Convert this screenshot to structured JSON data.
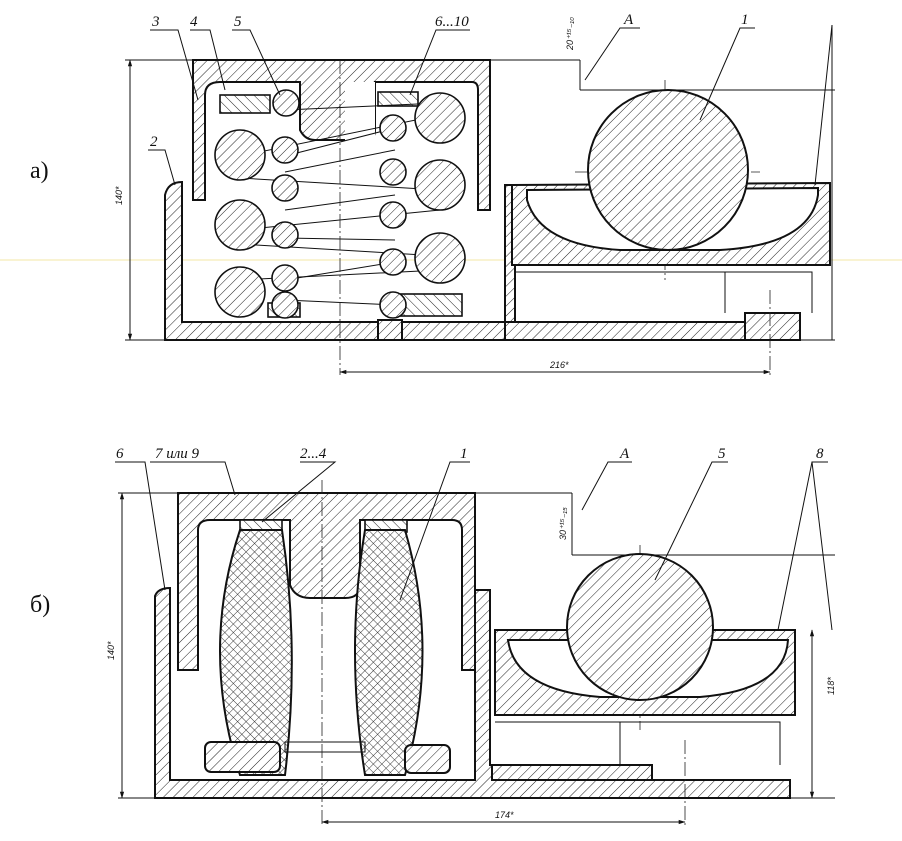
{
  "figure_a": {
    "panel_label": "а)",
    "callouts": [
      "3",
      "4",
      "5",
      "6...10",
      "А",
      "1",
      "2"
    ],
    "dim_gap": "20⁺¹⁵₋₁₀",
    "dim_height": "140*",
    "dim_width": "216*"
  },
  "figure_b": {
    "panel_label": "б)",
    "callouts": [
      "6",
      "7 или 9",
      "2...4",
      "1",
      "А",
      "5",
      "8"
    ],
    "dim_gap": "30⁺¹⁵₋₁₅",
    "dim_height": "140*",
    "dim_inner_height": "118*",
    "dim_width": "174*"
  }
}
